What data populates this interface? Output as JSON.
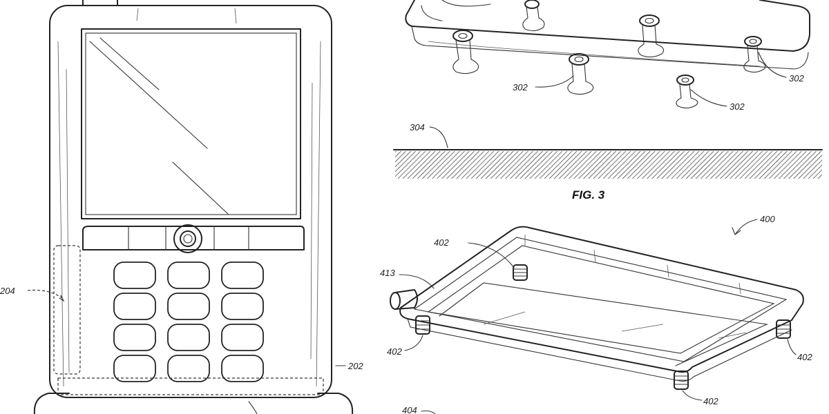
{
  "labels": {
    "ref_302_a": "302",
    "ref_302_b": "302",
    "ref_302_c": "302",
    "ref_304": "304",
    "ref_400": "400",
    "ref_402_top": "402",
    "ref_402_left": "402",
    "ref_402_right": "402",
    "ref_402_bottom": "402",
    "ref_413": "413",
    "ref_204": "204",
    "ref_202": "202",
    "ref_404": "404"
  },
  "figure_caption": "FIG. 3",
  "colors": {
    "line": "#222222",
    "background": "#ffffff"
  }
}
